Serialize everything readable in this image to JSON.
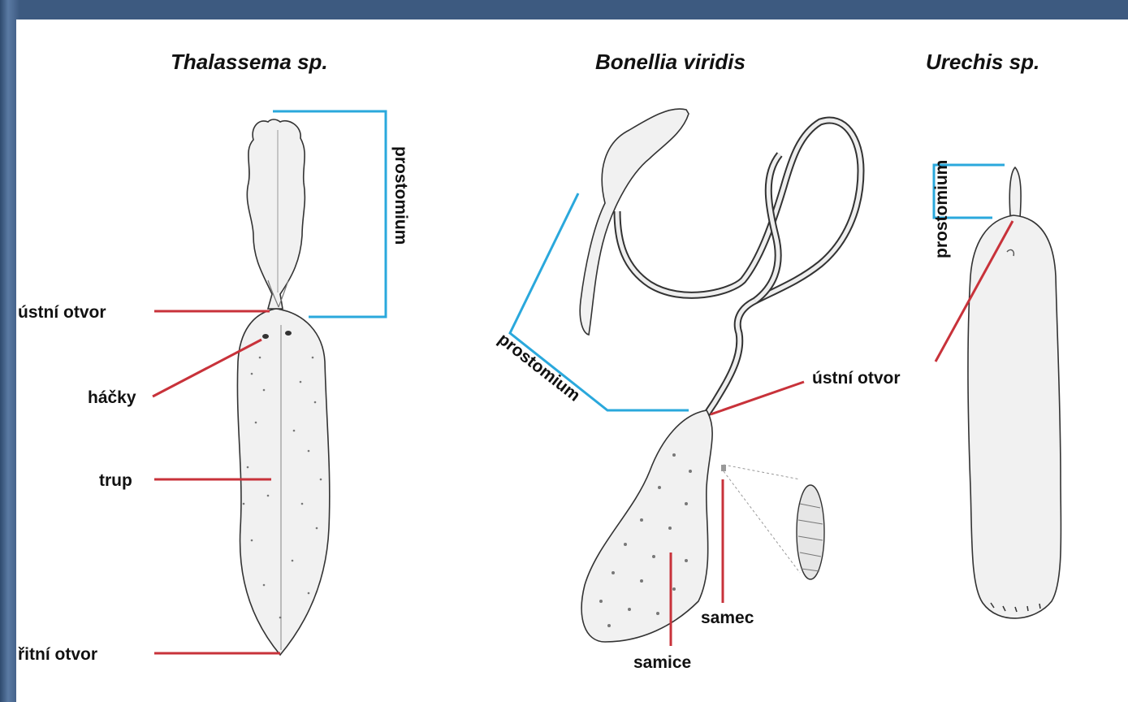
{
  "titles": {
    "thalassema": "Thalassema sp.",
    "bonellia": "Bonellia viridis",
    "urechis": "Urechis sp."
  },
  "labels": {
    "thalassema_prostomium": "prostomium",
    "thalassema_mouth": "ústní otvor",
    "thalassema_hooks": "háčky",
    "thalassema_trunk": "trup",
    "thalassema_anus": "řitní otvor",
    "bonellia_prostomium": "prostomium",
    "bonellia_mouth": "ústní otvor",
    "bonellia_male": "samec",
    "bonellia_female": "samice",
    "urechis_prostomium": "prostomium"
  },
  "colors": {
    "leader_red": "#c8323a",
    "bracket_blue": "#2aa8dc",
    "frame_blue": "#3d5a80"
  }
}
